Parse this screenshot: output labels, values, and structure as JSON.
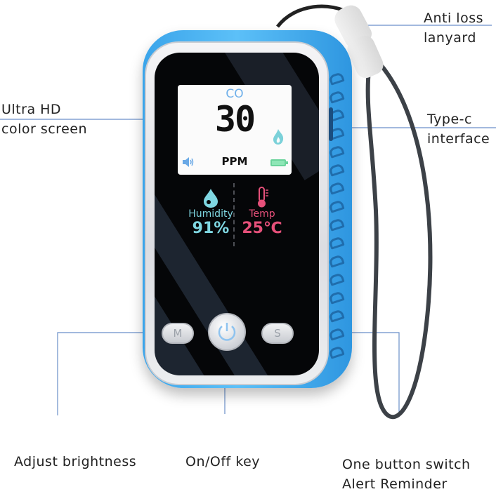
{
  "callouts": {
    "lanyard": [
      "Anti loss",
      "lanyard"
    ],
    "screen": [
      "Ultra HD",
      "color screen"
    ],
    "typec": [
      "Type-c",
      "interface"
    ],
    "brightness": "Adjust brightness",
    "power": "On/Off key",
    "switch": [
      "One button switch",
      "Alert Reminder"
    ]
  },
  "display": {
    "gas_label": "CO",
    "gas_value": "30",
    "gas_unit": "PPM",
    "humidity_label": "Humidity",
    "humidity_value": "91%",
    "temp_label": "Temp",
    "temp_value": "25℃"
  },
  "buttons": {
    "m_label": "M",
    "s_label": "S"
  },
  "icons": {
    "flame": "flame-icon",
    "speaker": "speaker-icon",
    "battery": "battery-icon",
    "drop": "water-drop-icon",
    "thermo": "thermometer-icon",
    "power": "power-icon"
  },
  "colors": {
    "case_blue": "#3aa4ea",
    "humidity_cyan": "#7fd7e2",
    "temp_pink": "#e6507a",
    "co_blue": "#6fb0ea",
    "line_blue": "#6a8fc9"
  }
}
